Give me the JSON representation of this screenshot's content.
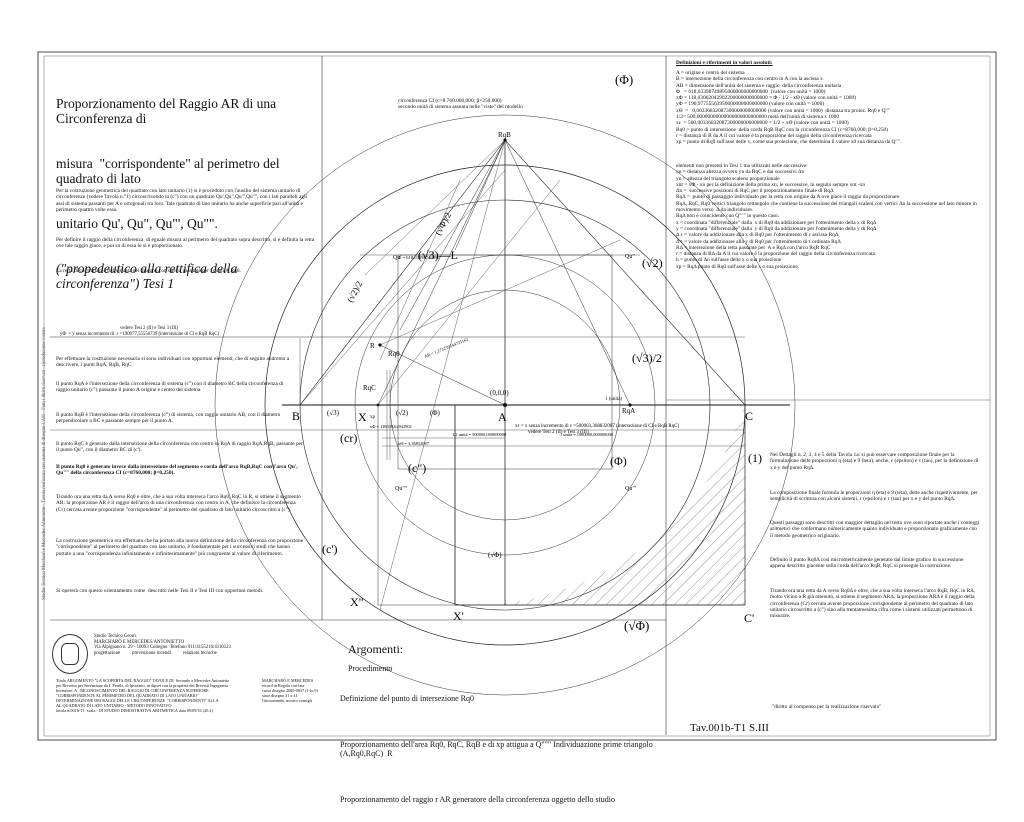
{
  "title": {
    "line1": "Proporzionamento del Raggio AR di una Circonferenza di",
    "line2": "misura  \"corrispondente\" al perimetro del quadrato di lato",
    "line3": "unitario Qu', Qu\", Qu\"', Qu\"\".",
    "line4": "(\"propedeutico alla rettifica della circonferenza\") Tesi 1"
  },
  "left_intro": "Per la costruzione geometrica del quadrato con lato unitario (1) si è proceduto con l'ausilio del sistema unitario di circonferenze (vedere Tavola n.°1) circoscrivendo la (c\") con un quadrato Qu',Qu\",Qu\"',Qu\"\", con i lati paralleli agli assi di sistema passanti per A e ortogonali tra loro. Tale quadrato di lato unitario ha anche superficie pari all'unità e perimetro quattro volte essa.",
  "left_p2": "Per definire il raggio della circonferenza  di eguale misura al perimetro del quadrato sopra descritto, si è definita la retta ove tale raggio giace, e poi su di essa lo si è proporzionato.",
  "left_p3": "La retta di cui trattasi è individuata nel disegno con quella passante per i punti A,Rq0.",
  "vedere_left": "vedere Tesi 2 (II) e Tesi 3 (III)",
  "ycoord_text": "yΦ  = y senza incremento di  ε =190977,55556739 (intersezione di CI e RqB RqC)",
  "left_p4": "Per effettuare la costruzione necessaria si sono individuati con opportuni elementi, che di seguito andremo a descrivere, i punti RqA, RqB, RqC",
  "left_p5": "Il punto RqA è l'intersezione della circonferenza di sistema (c°) con il diametro BC della circonferenza di raggio unitario (c\") passante il punto A origine e centro del sistema.",
  "left_p6": "Il punto RqB è l'intersezione della circonferenza (c°) di sistema, con raggio unitario AB, con il diametro perpendicolare a BC e passante sempre per il punto A.",
  "left_p7": "Il punto RqC è generato dalla intersezione della circonferenza con centro in RqA di raggio RqA,RqB, passante per il punto Qu\", con il diametro BC di (c').",
  "left_p8": "Il punto Rq0 è generato invece dalla intersezione del segmento e corda dell'arco RqB,RqC con l'arco Qu', Qu\"\" della circonferenza CI (c=8760,000; β=0,250).",
  "left_p9": "Tirando ora una retta da A verso Rq0 e oltre, che a sua volta interseca l'arco Rq0, RqC in R, si ottiene il segmento AR: la proporzione AR è il raggio dell'arco di una circonferenza con centro in A, che definisce la circonferenza (Cr) cercata avente proporzione \"corrispondente\" al perimetro del quadrato di lato unitario circoscritto a (c\").",
  "left_p10": "La costruzione geometrica ora effettuata che ha portato alla nuova definizione della circonferenza con proporzione \"corrispondente\" al perimetro del quadrato con lato unitario, è fondamentale per i successivi studi che hanno portato a una \"corrispondenza infinitamente e infinitesimamente\" più congruente al valore di riferimento.",
  "left_p11": "Si opererà con questo orientamento come  descritto nelle Tesi II e Tesi III con opportuni metodi.",
  "ci_note": "circonferenza CI (c=8.760.000,000; β=250.000)\nsecondo unità di sistema assunta nelle \"viste\" del modello",
  "definitions": {
    "heading": "Definizioni e riferimenti in valori assoluti:",
    "block1": "A = origine e centro del sistema\nB = intersezione della circonferenza con centro in A con la ascissa x\nAB = dimensione dell'unità del sistema e raggio  della circonferenza unitaria\nΦ   = 618,03398749895000000000000000  (valore con unità = 1000)\nxΦ = 118,03062042902200000000000000 = Φ - 1/2 - xΘ (valore con unità = 1000)\nyΦ = 190,97755563950000000000000000 (valore con unità = 1000)\nxΘ  =   0,00336832087300000000000000 (valore con unità = 1000)  distanza tra proiez. Rq0 e Q\"\"\n1/2= 500,00000000000000000000000000 metà dell'unità di sistema x 1000\nxε  = 500,00336832087300000000000000 = 1/2 + xΘ (valore con unità = 1000)\nRq0 = punto di intersezione  della corda RqB RqC con la circonferenza CI (c=8760,000; β=0,250)\nr = distanza di R da A il cui valore è la proporzione del raggio della circonferenza ricercata\nxp = punto di Rq0 sull'asse delle x, come sua proiezione, che determina il valore x0 sua distanza da Q\"\".",
    "block2": "elementi non presenti in Tesi 1 ma utilizzati nelle successive:\nxn = distanza altezza ovvero yn da RqC e dai successivi Δn\nyn = altezza del triangolo scaleno proporzionale\nxnt = xΦ - xn per la definizione della prima xn; le successive, in seguito sempre xnt -xn\nΔn =  successive posizioni di RqC per il proporzionamento finale di RqΔ\nRqΔ =  punto di passaggio individuato per la retta con origine da A ove giace il raggio da proporzionare\nRqΔ, RqC, Rq0 vertici triangolo rettangolo che contiene la successione dei triangoli scaleni con vertici Δn la successione nel lato minore in movimento verso  Δ da individuare.\nRqΔ non è coincidente con Q\"\"\" in questo caso.\nx = coordinata \"differenziale\" dalla  x di Rq0 da addizionare per l'ottenimento della x di RqΔ\ny = coordinata \"differenziale\" dalla  y di Rq0 da addizionare per l'ottenimento della y di RqΔ\nΔ ε = valore da addizionare alla x di Rq0 per l'ottenimento di ε ascissa RqΔ\nΔ τ = valore da addizionare alla y di Rq0 per l'ottenimento di τ ordinata RqΔ\nRΔ = intersezione della retta passante per  A e RqΔ con l'arco RqB RqC\nr = distanza di RΔ da A il cui valore è la proporzione del raggio della circonferenza ricercata\nh = punto di Δn sull'asse delle x o sua proiezione\nxp = RqΔ punto di Rq0 sull'asse delle x o sua proiezione."
  },
  "right_notes": {
    "p1": "Nei Dettagli n. 2, 3, 4 e 5 della Tavola 1a: si può osservare composizione finale per la formulazione delle proporzioni η (eta) e 9 (teta), anche, ε (epsilon) e τ (tau), per la definizione di x e y del punto RqΔ.",
    "p2": "La composizione finale formula le proporzioni η (eta) e 9 (teta), dette anche rispettivamente, per semplicità di scrittura con alcuni sistemi, ε (epsilon) e τ (tau) per x e y del punto RqΔ.",
    "p3": "Questi passaggi sono descritti con maggior dettaglio nel testo ove sono riportate anche i conteggi aritmetici che confermano numericamente quanto individuato e proporzionato graficamente con il metodo geometrico originario.",
    "p4": "Definito il punto Rq0Δ così micrometricamente generato dal limite grafico in successione appena descritto giacente sulla corda dell'arco RqB, RqC si prosegue la costruzione.",
    "p5": "Tirando ora una retta da A verso Rq0Δ e oltre, che a sua volta interseca l'arco RqB, RqC in RΔ, molto vicino a R già ottenuto, si ottiene il segmento ARΔ: la proporzione ARΔ è il raggio della circonferenza (Cr) cercata avente proporzione corrispondente al perimetro del quadrato di lato unitario circoscritto a (c\") sino alla trentatreesima cifra come i sistemi utilizzati permettono di misurare."
  },
  "argomenti": {
    "label": "Argomenti:",
    "procedimento": "Procedimento",
    "l1": "Definizione del punto di intersezione Rq0",
    "l2": "Proporzionamento dell'area Rq0, RqC, RqB e di xp attigua a Q\"\"\" Individuazione prime triangolo (A,Rq0,RqC)  R",
    "l3": "Proporzionamento del raggio r AR generatore della circonferenza oggetto dello studio"
  },
  "diritto": "\"diritto al compenso per la realizzazione riservato\"",
  "tav": "Tav.001b-T1 S.III",
  "stamp_text": "Studio Tecnico Geom.\nMARCHARÒ E MERCEDES ANTONIETTO\nVia Alpignano n. 29 - 10093 Collegno  Telefono 011/4155216/4110123\nprogettazione          prevenzione incendi          relazioni tecniche",
  "footer_text": "Titolo ARGOMENTO \"LA SCOPERTA DEL RAGGIO\" TAVOLE DI  Secondo a Mercedes Antonietto\nper Brevetto per Invenzione da I. Pertile, di Ipsofatto, in dipsei con la proprietà dei Brevetti Ingegneria\nInventore: A.  RICONOSCIMENTO DEL RAGGIO DI CIRCONFERENZA SUPERIORE\n\"CORRISPONDENTE AL PERIMETRO DEL QUADRATO DI LATO UNITARIO\"\nDETERMINAZIONE DEI RAGGI DELLE CIRCONFERENZE  \"CORRISPONDENTI\" ALLA\nAL QUADRATO DI LATO UNITARIO - METODO INNOVATIVO\ntavola n.001b-T1  scala - DI STUDIO DIMOSTRATIVA ARITMETICA data 09/09/16 (20.2)",
  "footer_right": "MARCHARÒ E MERCEDES\nrecord in Regola con fata\ncassa disegno 2000-0037 (1-lo.9)\nstato disegno 31 x 41\nGitocommitti tecnico consigli",
  "sidebar_text": "Studio Tecnico Marcharò e Mercedes Antonietto - Tavola realizzata con sistema di disegno CAD - Tutti i diritti riservati - riproduzione vietata",
  "diagram": {
    "phi_top": "(Φ)",
    "sqrt2": "(√2)",
    "sqrt3_L": "(√3)—L",
    "sqrt3_half": "(√3)/2",
    "sqrt2_half": "(√2)/2",
    "sqrt_phi_tilde": "(√Φ)/2",
    "phi_value_note": "Φ = 618,03398749895",
    "B": "B",
    "C": "C",
    "A": "A",
    "X": "X",
    "Xp": "X'",
    "Xpp": "X\"",
    "Cp": "C'",
    "origin": "(0,0,0)",
    "RqB": "RqB",
    "RqA": "RqA",
    "RqC": "RqC",
    "Rq0": "Rq0",
    "R": "R",
    "Qu1": "Qu'",
    "Qu2": "Qu\"",
    "Qu3": "Qu\"'",
    "Qu4": "Qu\"\"",
    "sqrt3_axis": "(√3)",
    "sqrt2_axis": "(√2)",
    "phi_axis": "(Φ)",
    "sqrt_phi_axis": "(√Φ)",
    "phi_small": "(Φ)",
    "xp_label": "xp",
    "unit_label": "1 (unità)",
    "cr": "(cr)",
    "c2": "(c\")",
    "c1": "(c')",
    "phi_mid": "(Φ)",
    "one_right": "(1)",
    "sqrt_phi_small": "(√Φ)",
    "sqrt_phi_bottom": "(√Φ)",
    "xe_line": "xε = x senza incremento di ε =500003,368832087 (intersezione di CI e RqB RqC)",
    "vedere_center": "vedere Tesi 2 (II) e Tesi 3 (III)",
    "half_note": "1/2 unità = 500000,000000000",
    "unit_note": "1 unità = 1000000,000000000",
    "xphi_note": "xΦ = 118030,62042902",
    "theta_note": "xΘ = 3,36832087",
    "ar_note": "AR = 1,273239544735162",
    "diag_label": "(√Φ)/2"
  }
}
